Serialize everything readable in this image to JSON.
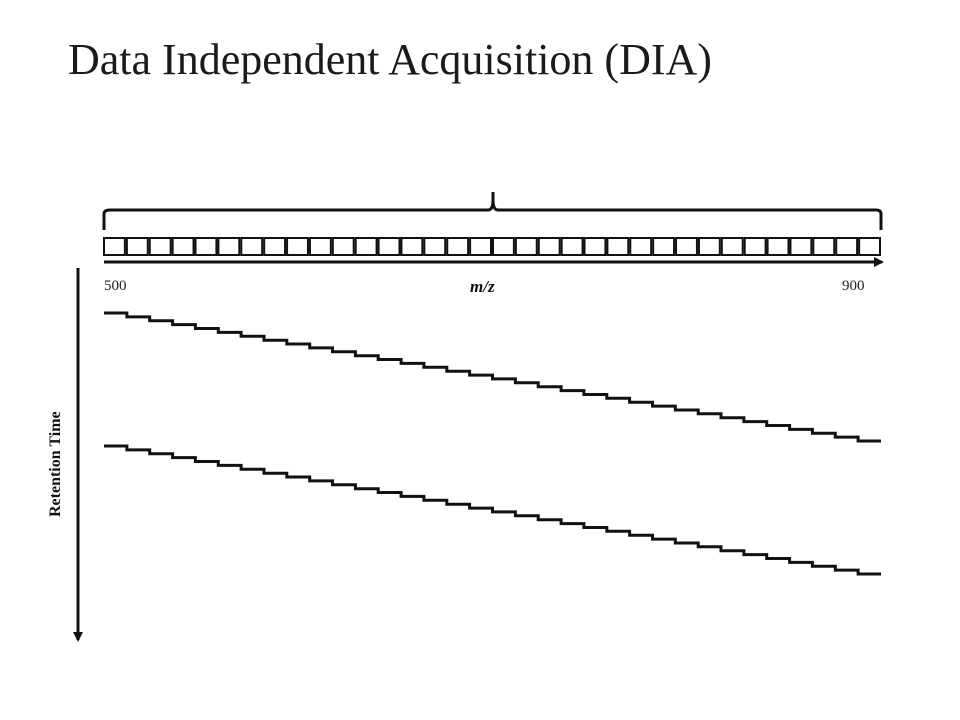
{
  "slide": {
    "title": "Data Independent Acquisition (DIA)"
  },
  "diagram": {
    "x_axis": {
      "label": "m/z",
      "min_label": "500",
      "max_label": "900",
      "range": [
        500,
        900
      ]
    },
    "y_axis": {
      "label": "Retention Time",
      "direction": "downward"
    },
    "isolation_windows": {
      "count": 34,
      "bracketed": true
    },
    "elution_traces": {
      "count": 2,
      "style": "stepped",
      "steps_per_trace": 34
    },
    "colors": {
      "ink": "#111111",
      "background": "#ffffff"
    }
  }
}
